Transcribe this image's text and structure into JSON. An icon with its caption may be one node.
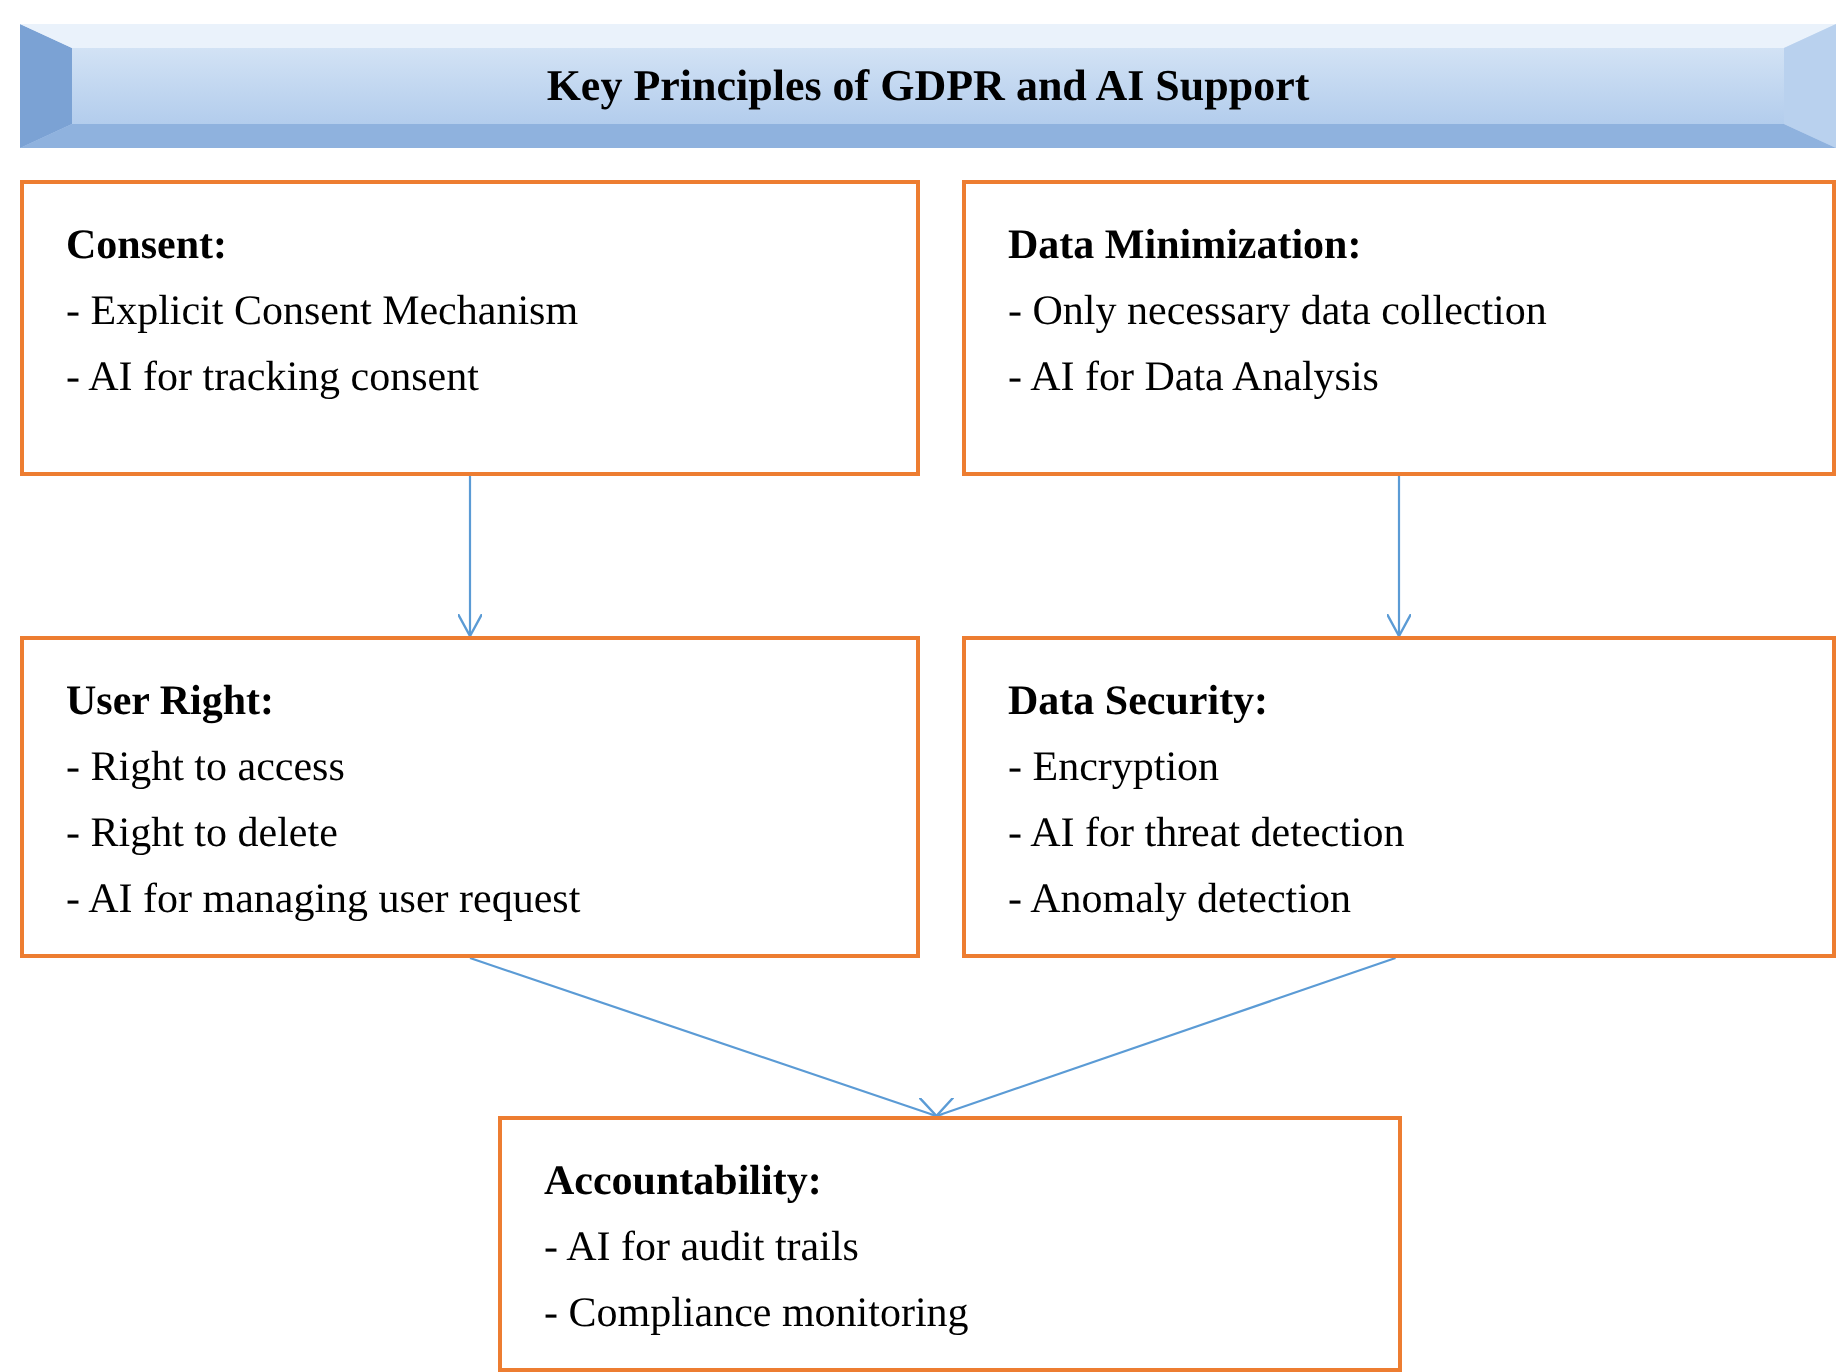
{
  "diagram": {
    "nodes": [
      {
        "text": [
          "Key Principles of GDPR and AI Support"
        ]
      },
      {
        "text": [
          "Consent:",
          "- Explicit Consent Mechanism",
          "- AI for tracking consent"
        ]
      },
      {
        "text": [
          "Data Minimization:",
          "- Only necessary data collection",
          "- AI for Data Analysis"
        ]
      },
      {
        "text": [
          "User Right:",
          "- Right to access",
          "- Right to delete",
          "- AI for managing user request"
        ]
      },
      {
        "text": [
          "Data Security:",
          "- Encryption",
          "- AI for threat detection",
          "- Anomaly detection"
        ]
      },
      {
        "text": [
          "Accountability:",
          "- AI for audit trails",
          "- Compliance monitoring"
        ]
      }
    ],
    "edges": [
      {
        "from": 1,
        "to": 3,
        "arrow": "to"
      },
      {
        "from": 2,
        "to": 4,
        "arrow": "to"
      },
      {
        "from": 3,
        "to": 5,
        "arrow": "to"
      },
      {
        "from": 4,
        "to": 5,
        "arrow": "to"
      }
    ]
  }
}
